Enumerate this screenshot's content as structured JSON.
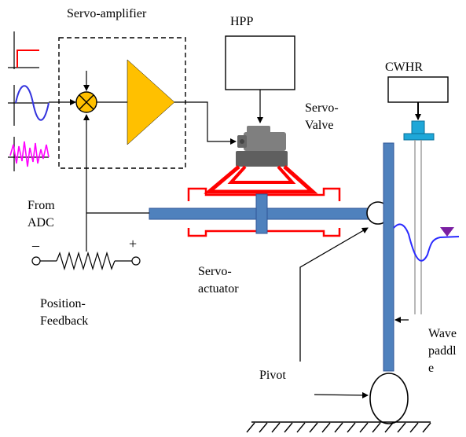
{
  "labels": {
    "servo_amplifier": "Servo-amplifier",
    "hpp": "HPP",
    "cwhr": "CWHR",
    "servo_valve_1": "Servo-",
    "servo_valve_2": "Valve",
    "from_adc_1": "From",
    "from_adc_2": "ADC",
    "minus": "–",
    "plus": "+",
    "servo_actuator_1": "Servo-",
    "servo_actuator_2": "actuator",
    "position_feedback_1": "Position-",
    "position_feedback_2": "Feedback",
    "pivot": "Pivot",
    "wave_paddle_1": "Wave",
    "wave_paddle_2": "paddl",
    "wave_paddle_3": "e"
  },
  "colors": {
    "amplifier_fill": "#ffc000",
    "actuator_blue": "#4f81bd",
    "actuator_red": "#ff0000",
    "wave_line": "#2a2aff",
    "sine_line": "#3333dd",
    "noise_line": "#ff00ff",
    "step_line": "#ff0000",
    "cwhr_probe": "#1ea7d8",
    "marker": "#7a1fa2"
  }
}
